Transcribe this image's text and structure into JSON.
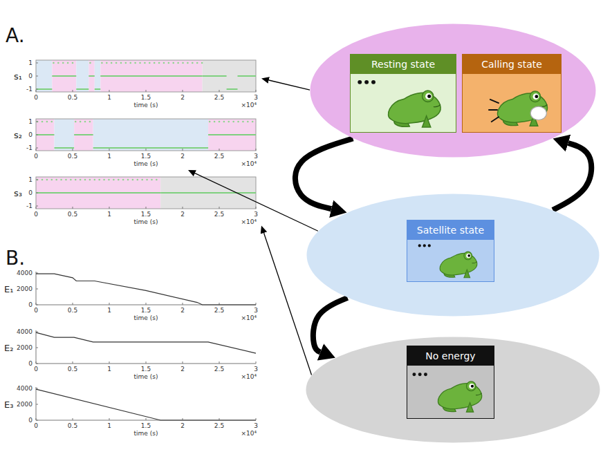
{
  "diagram": {
    "nodes": [
      {
        "text": [
          "s₁"
        ]
      },
      {
        "text": [
          "s₂"
        ]
      },
      {
        "text": [
          "s₃"
        ]
      },
      {
        "text": [
          "E₁"
        ]
      },
      {
        "text": [
          "E₂"
        ]
      },
      {
        "text": [
          "E₃"
        ]
      },
      {
        "text": []
      },
      {
        "text": [
          "Resting state"
        ],
        "in": 6
      },
      {
        "text": [
          "Calling state"
        ],
        "in": 6
      },
      {
        "text": []
      },
      {
        "text": [
          "Satellite state"
        ],
        "in": 9
      },
      {
        "text": []
      },
      {
        "text": [
          "No energy"
        ],
        "in": 11
      }
    ],
    "edges": [
      {
        "from": 6,
        "to": 0,
        "arrow": "to"
      },
      {
        "from": 9,
        "to": 1,
        "arrow": "to"
      },
      {
        "from": 11,
        "to": 2,
        "arrow": "to"
      },
      {
        "from": 6,
        "to": 9,
        "arrow": "to"
      },
      {
        "from": 9,
        "to": 6,
        "arrow": "to"
      },
      {
        "from": 9,
        "to": 11,
        "arrow": "to"
      }
    ],
    "labels": [
      "A.",
      "1",
      "0",
      "-1",
      "0",
      "0.5",
      "1",
      "1.5",
      "2",
      "2.5",
      "3",
      "time (s)",
      "×10⁴",
      "1",
      "0",
      "-1",
      "0",
      "0.5",
      "1",
      "1.5",
      "2",
      "2.5",
      "3",
      "time (s)",
      "×10⁴",
      "1",
      "0",
      "-1",
      "0",
      "0.5",
      "1",
      "1.5",
      "2",
      "2.5",
      "3",
      "time (s)",
      "×10⁴",
      "B.",
      "4000",
      "2000",
      "0",
      "0",
      "0.5",
      "1",
      "1.5",
      "2",
      "2.5",
      "3",
      "time (s)",
      "×10⁴",
      "4000",
      "2000",
      "0",
      "0",
      "0.5",
      "1",
      "1.5",
      "2",
      "2.5",
      "3",
      "time (s)",
      "×10⁴",
      "4000",
      "2000",
      "0",
      "0",
      "0.5",
      "1",
      "1.5",
      "2",
      "2.5",
      "3",
      "time (s)",
      "×10⁴"
    ]
  }
}
